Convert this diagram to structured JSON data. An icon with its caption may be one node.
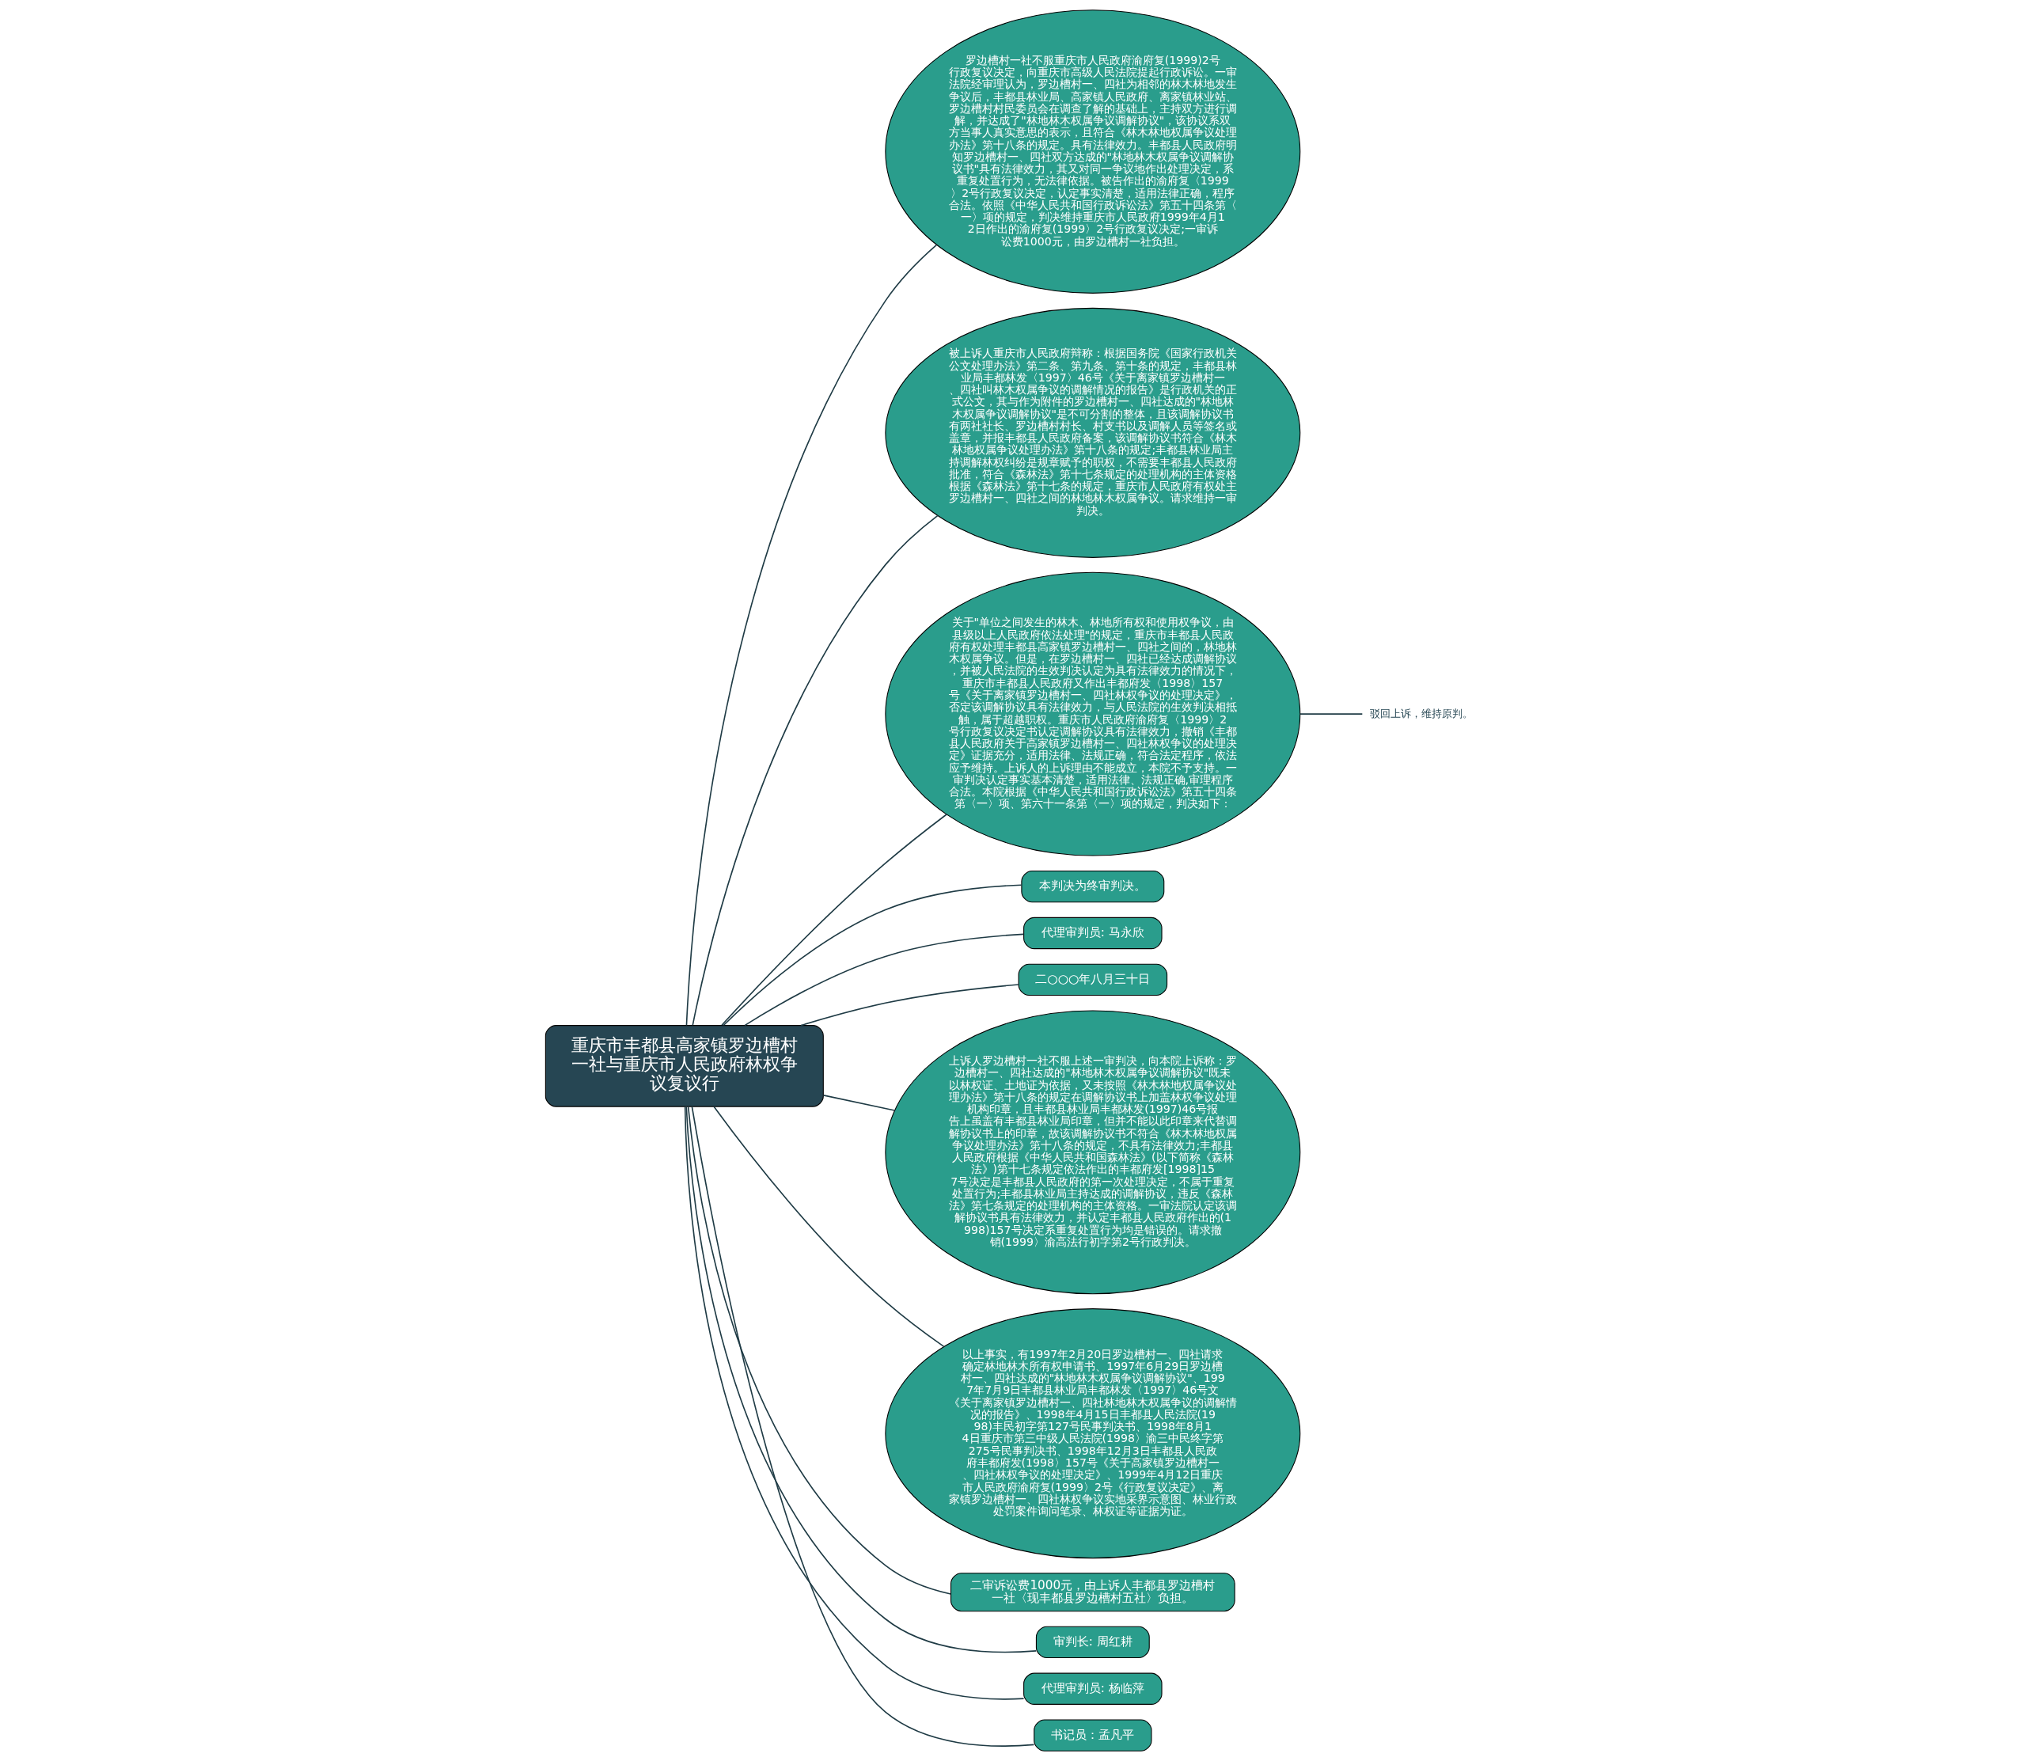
{
  "diagram": {
    "nodes": [
      {
        "text": [
          "重庆市丰都县高家镇罗边槽村一社与重庆市人民政府林权争议复议行"
        ]
      },
      {
        "text": [
          "罗边槽村一社不服重庆市人民政府渝府复(1999)2号行政复议决定，向重庆市高级人民法院提起行政诉讼。一审法院经审理认为，罗边槽村一、四社为相邻的林木林地发生争议后，丰都县林业局、高家镇人民政府、离家镇林业站、罗边槽村村民委员会在调查了解的基础上，主持双方进行调解，并达成了\"林地林木权属争议调解协议\"，该协议系双方当事人真实意思的表示，且符合《林木林地权属争议处理办法》第十八条的规定。具有法律效力。丰都县人民政府明知罗边槽村一、四社双方达成的\"林地林木权属争议调解协议书\"具有法律效力，其又对同一争议地作出处理决定，系重复处置行为，无法律依据。被告作出的渝府复〈1999〉2号行政复议决定，认定事实清楚，适用法律正确，程序合法。依照《中华人民共和国行政诉讼法》第五十四条第〈一〉项的规定，判决维持重庆市人民政府1999年4月12日作出的渝府复(1999〉2号行政复议决定;一审诉讼费1000元，由罗边槽村一社负担。"
        ]
      },
      {
        "text": [
          "被上诉人重庆市人民政府辩称：根据国务院《国家行政机关公文处理办法》第二条、第九条、第十条的规定，丰都县林业局丰都林发〈1997〉46号《关于离家镇罗边槽村一、四社叫林木权属争议的调解情况的报告》是行政机关的正式公文，其与作为附件的罗边槽村一、四社达成的\"林地林木权属争议调解协议\"是不可分割的整体，且该调解协议书有两社社长、罗边槽村村长、村支书以及调解人员等签名或盖章，并报丰都县人民政府备案，该调解协议书符合《林木林地权属争议处理办法》第十八条的规定;丰都县林业局主持调解林权纠纷是规章赋予的职权，不需要丰都县人民政府批准，符合《森林法》第十七条规定的处理机构的主体资格根据《森林法》第十七条的规定，重庆市人民政府有权处主罗边槽村一、四社之间的林地林木权属争议。请求维持一审判决。"
        ]
      },
      {
        "text": [
          "关于\"单位之间发生的林木、林地所有权和使用权争议，由县级以上人民政府依法处理\"的规定，重庆市丰都县人民政府有权处理丰都县高家镇罗边槽村一、四社之间的，林地林木权属争议。但是，在罗边槽村一、四社已经达成调解协议，并被人民法院的生效判决认定为具有法律效力的情况下，重庆市丰都县人民政府又作出丰都府发〈1998〉157号《关于离家镇罗边槽村一、四社林权争议的处理决定》，否定该调解协议具有法律效力，与人民法院的生效判决相抵触，属于超越职权。重庆市人民政府渝府复〈1999〉2号行政复议决定书认定调解协议具有法律效力，撤销《丰都县人民政府关于高家镇罗边槽村一、四社林权争议的处理决定》证据充分，适用法律、法规正确，符合法定程序，依法应予维持。上诉人的上诉理由不能成立，本院不予支持。一审判决认定事实基本清楚，适用法律、法规正确,审理程序合法。本院根据《中华人民共和国行政诉讼法》第五十四条第〈一〉项、第六十一条第〈一〉项的规定，判决如下："
        ]
      },
      {
        "text": [
          "驳回上诉，维持原判。"
        ]
      },
      {
        "text": [
          "本判决为终审判决。"
        ]
      },
      {
        "text": [
          "代理审判员: 马永欣"
        ]
      },
      {
        "text": [
          "二○○○年八月三十日"
        ]
      },
      {
        "text": [
          "上诉人罗边槽村一社不服上述一审判决，向本院上诉称：罗边槽村一、四社达成的\"林地林木权属争议调解协议\"既未以林权证、土地证为依据，又未按照《林木林地权属争议处理办法》第十八条的规定在调解协议书上加盖林权争议处理机构印章，且丰都县林业局丰都林发(1997)46号报告上虽盖有丰都县林业局印章，但并不能以此印章来代替调解协议书上的印章，故该调解协议书不符合《林木林地权属争议处理办法》第十八条的规定，不具有法律效力;丰都县人民政府根据《中华人民共和国森林法》(以下简称《森林法》)第十七条规定依法作出的丰都府发[1998]157号决定是丰都县人民政府的第一次处理决定，不属于重复处置行为;丰都县林业局主持达成的调解协议，违反《森林法》第七条规定的处理机构的主体资格。一审法院认定该调解协议书具有法律效力，并认定丰都县人民政府作出的(1998)157号决定系重复处置行为均是错误的。请求撤销(1999〉渝高法行初字第2号行政判决。"
        ]
      },
      {
        "text": [
          "以上事实，有1997年2月20日罗边槽村一、四社请求确定林地林木所有权申请书、1997年6月29日罗边槽村一、四社达成的\"林地林木权属争议调解协议\"、1997年7月9日丰都县林业局丰都林发〈1997〉46号文《关于离家镇罗边槽村一、四社林地林木权属争议的调解情况的报告》、1998年4月15日丰都县人民法院(1998)丰民初字第127号民事判决书、1998年8月14日重庆市第三中级人民法院(1998〉渝三中民终字第275号民事判决书、1998年12月3日丰都县人民政府丰都府发(1998〉157号《关于高家镇罗边槽村一、四社林权争议的处理决定》、1999年4月12日重庆市人民政府渝府复(1999〉2号《行政复议决定》、离家镇罗边槽村一、四社林权争议实地采界示意图、林业行政处罚案件询问笔录、林权证等证据为证。"
        ]
      },
      {
        "text": [
          "二审诉讼费1000元，由上诉人丰都县罗边槽村一社〈现丰都县罗边槽村五社〉负担。"
        ]
      },
      {
        "text": [
          "审判长: 周红耕"
        ]
      },
      {
        "text": [
          "代理审判员: 杨临萍"
        ]
      },
      {
        "text": [
          "书记员：孟凡平"
        ]
      }
    ],
    "edges": [
      {
        "from": 0,
        "to": 1,
        "arrow": "none"
      },
      {
        "from": 0,
        "to": 2,
        "arrow": "none"
      },
      {
        "from": 0,
        "to": 3,
        "arrow": "none"
      },
      {
        "from": 3,
        "to": 4,
        "arrow": "none"
      },
      {
        "from": 0,
        "to": 5,
        "arrow": "none"
      },
      {
        "from": 0,
        "to": 6,
        "arrow": "none"
      },
      {
        "from": 0,
        "to": 7,
        "arrow": "none"
      },
      {
        "from": 0,
        "to": 8,
        "arrow": "none"
      },
      {
        "from": 0,
        "to": 9,
        "arrow": "none"
      },
      {
        "from": 0,
        "to": 10,
        "arrow": "none"
      },
      {
        "from": 0,
        "to": 11,
        "arrow": "none"
      },
      {
        "from": 0,
        "to": 12,
        "arrow": "none"
      },
      {
        "from": 0,
        "to": 13,
        "arrow": "none"
      }
    ]
  }
}
